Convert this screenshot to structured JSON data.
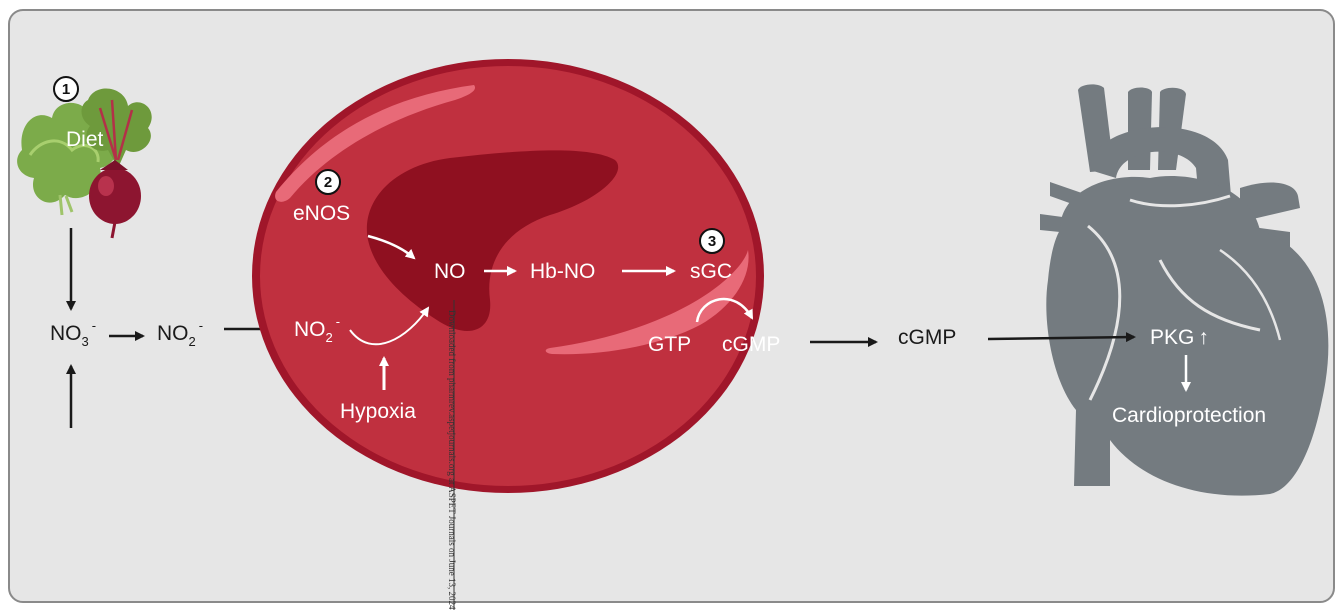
{
  "colors": {
    "panel_bg": "#e6e6e6",
    "panel_border": "#8a8a8a",
    "cell_outer": "#a0162a",
    "cell_inner": "#c0303f",
    "cell_dark": "#8f1020",
    "highlight": "#e86a78",
    "heart": "#747b80"
  },
  "steps": {
    "one": "1",
    "two": "2",
    "three": "3"
  },
  "labels": {
    "diet": "Diet",
    "no3": "NO",
    "no3_sub": "3",
    "no3_sup": "-",
    "no2": "NO",
    "no2_sub": "2",
    "no2_sup": "-",
    "no2_cell": "NO",
    "no2_cell_sub": "2",
    "no2_cell_sup": "-",
    "enos": "eNOS",
    "no": "NO",
    "hbno": "Hb-NO",
    "sgc": "sGC",
    "gtp": "GTP",
    "cgmp_cell": "cGMP",
    "hypoxia": "Hypoxia",
    "cgmp_out": "cGMP",
    "pkg": "PKG",
    "pkg_arrow": "↑",
    "cardioprotection": "Cardioprotection"
  },
  "watermark": "Downloaded from pharmrev.aspetjournals.org at ASPET Journals on June 13, 2024"
}
